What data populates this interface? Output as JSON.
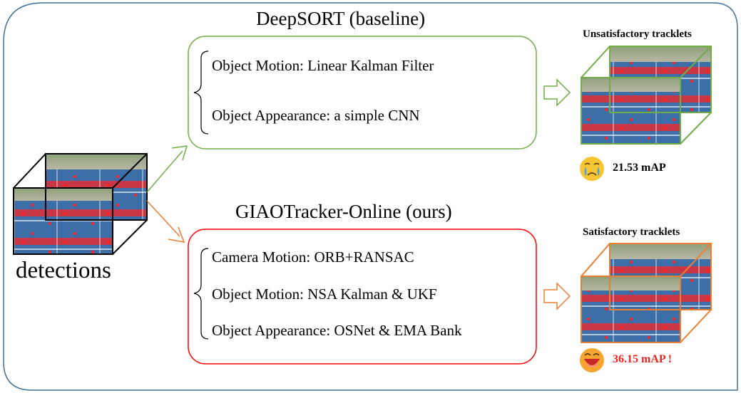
{
  "input": {
    "label": "detections"
  },
  "baseline": {
    "title": "DeepSORT (baseline)",
    "items": [
      "Object Motion: Linear Kalman Filter",
      "Object Appearance: a simple CNN"
    ],
    "result_title": "Unsatisfactory tracklets",
    "map_score": "21.53 mAP",
    "emoji": "crying-face-icon",
    "colors": {
      "border": "#70ad47",
      "map": "#000000"
    }
  },
  "ours": {
    "title": "GIAOTracker-Online (ours)",
    "items": [
      "Camera Motion: ORB+RANSAC",
      "Object Motion: NSA Kalman & UKF",
      "Object Appearance: OSNet & EMA Bank"
    ],
    "result_title": "Satisfactory tracklets",
    "map_score": "36.15 mAP !",
    "emoji": "laughing-face-icon",
    "colors": {
      "border": "#ff0000",
      "map": "#e8261f"
    }
  },
  "colors": {
    "outer_frame": "#41719c",
    "arrow_green": "#70ad47",
    "arrow_orange": "#ed7d31",
    "court_blue": "#3c6ea8",
    "court_red": "#d32c3c"
  }
}
